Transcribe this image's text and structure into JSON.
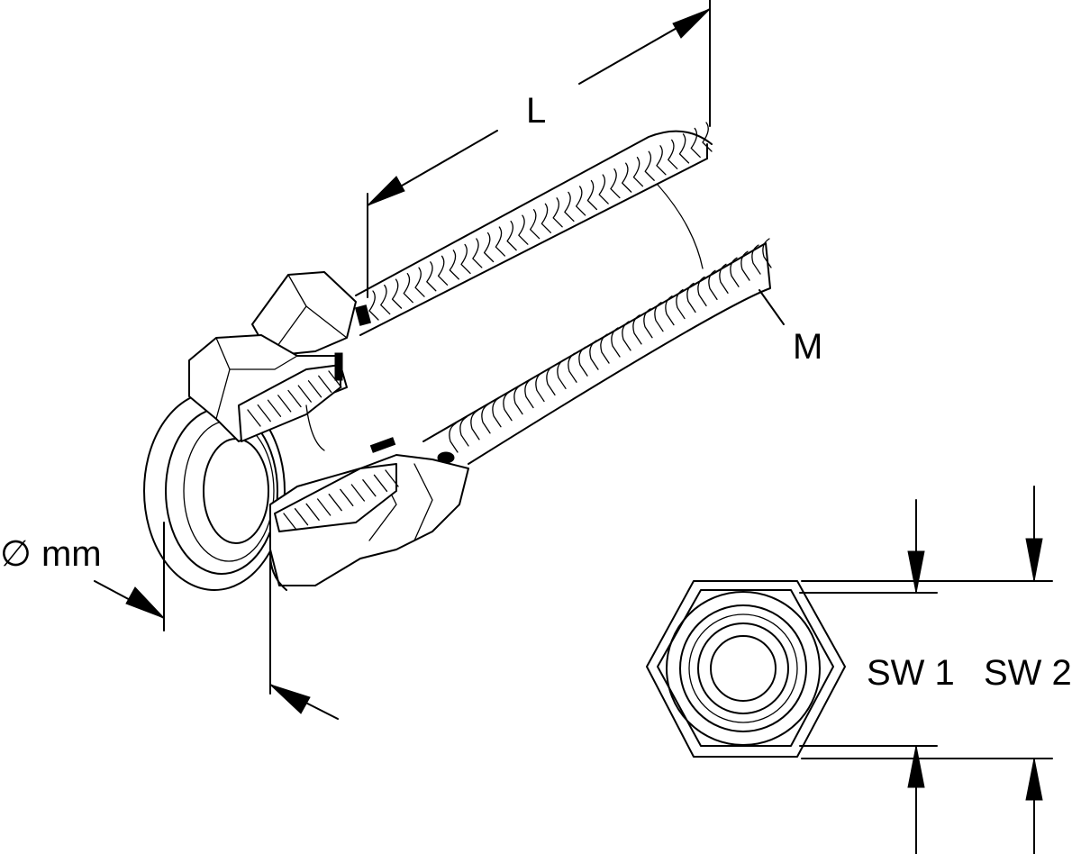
{
  "labels": {
    "length": "L",
    "thread": "M",
    "diameter": "∅ mm",
    "width_across_flats_1": "SW 1",
    "width_across_flats_2": "SW 2"
  },
  "colors": {
    "ink": "#000000",
    "paper": "#ffffff"
  }
}
